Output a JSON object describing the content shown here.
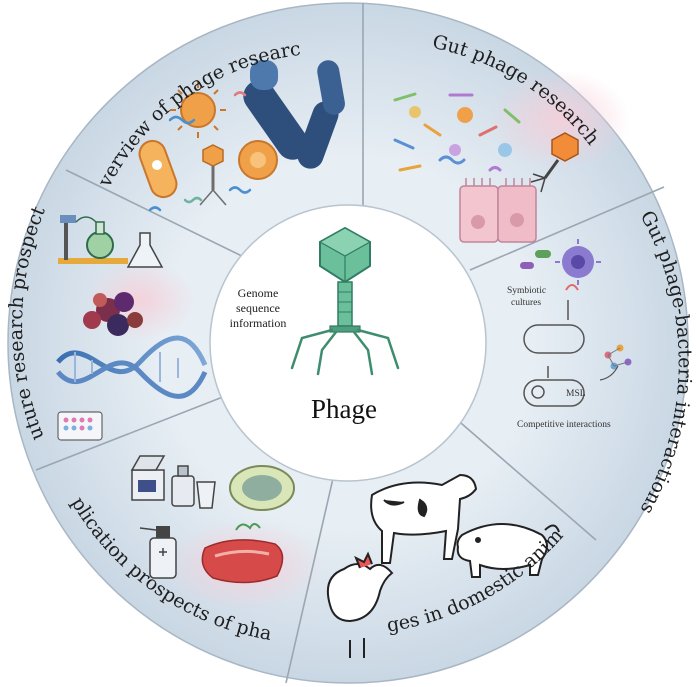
{
  "center": {
    "title": "Phage",
    "note_lines": [
      "Genome",
      "sequence",
      "information"
    ]
  },
  "segments": [
    {
      "label": "Overview of phage research"
    },
    {
      "label": "Gut phage research"
    },
    {
      "label": "Gut phage-bacteria interactions"
    },
    {
      "label": "phages in domestic animals"
    },
    {
      "label": "Application prospects of phage"
    },
    {
      "label": "Future research prospects"
    }
  ],
  "inset": {
    "symbiotic_lines": [
      "Symbiotic",
      "cultures"
    ],
    "msl": "MSL",
    "competitive": "Competitive interactions"
  },
  "colors": {
    "ring": "#d6e2ec",
    "ring_edge": "#9aa8b6",
    "divider": "#9aa6b2",
    "phage": "#5aa98a",
    "phage_dark": "#2f7d63",
    "accent_pink": "#f3c9d3",
    "accent_orange": "#f1a04a",
    "accent_blue": "#2e4f7c"
  }
}
